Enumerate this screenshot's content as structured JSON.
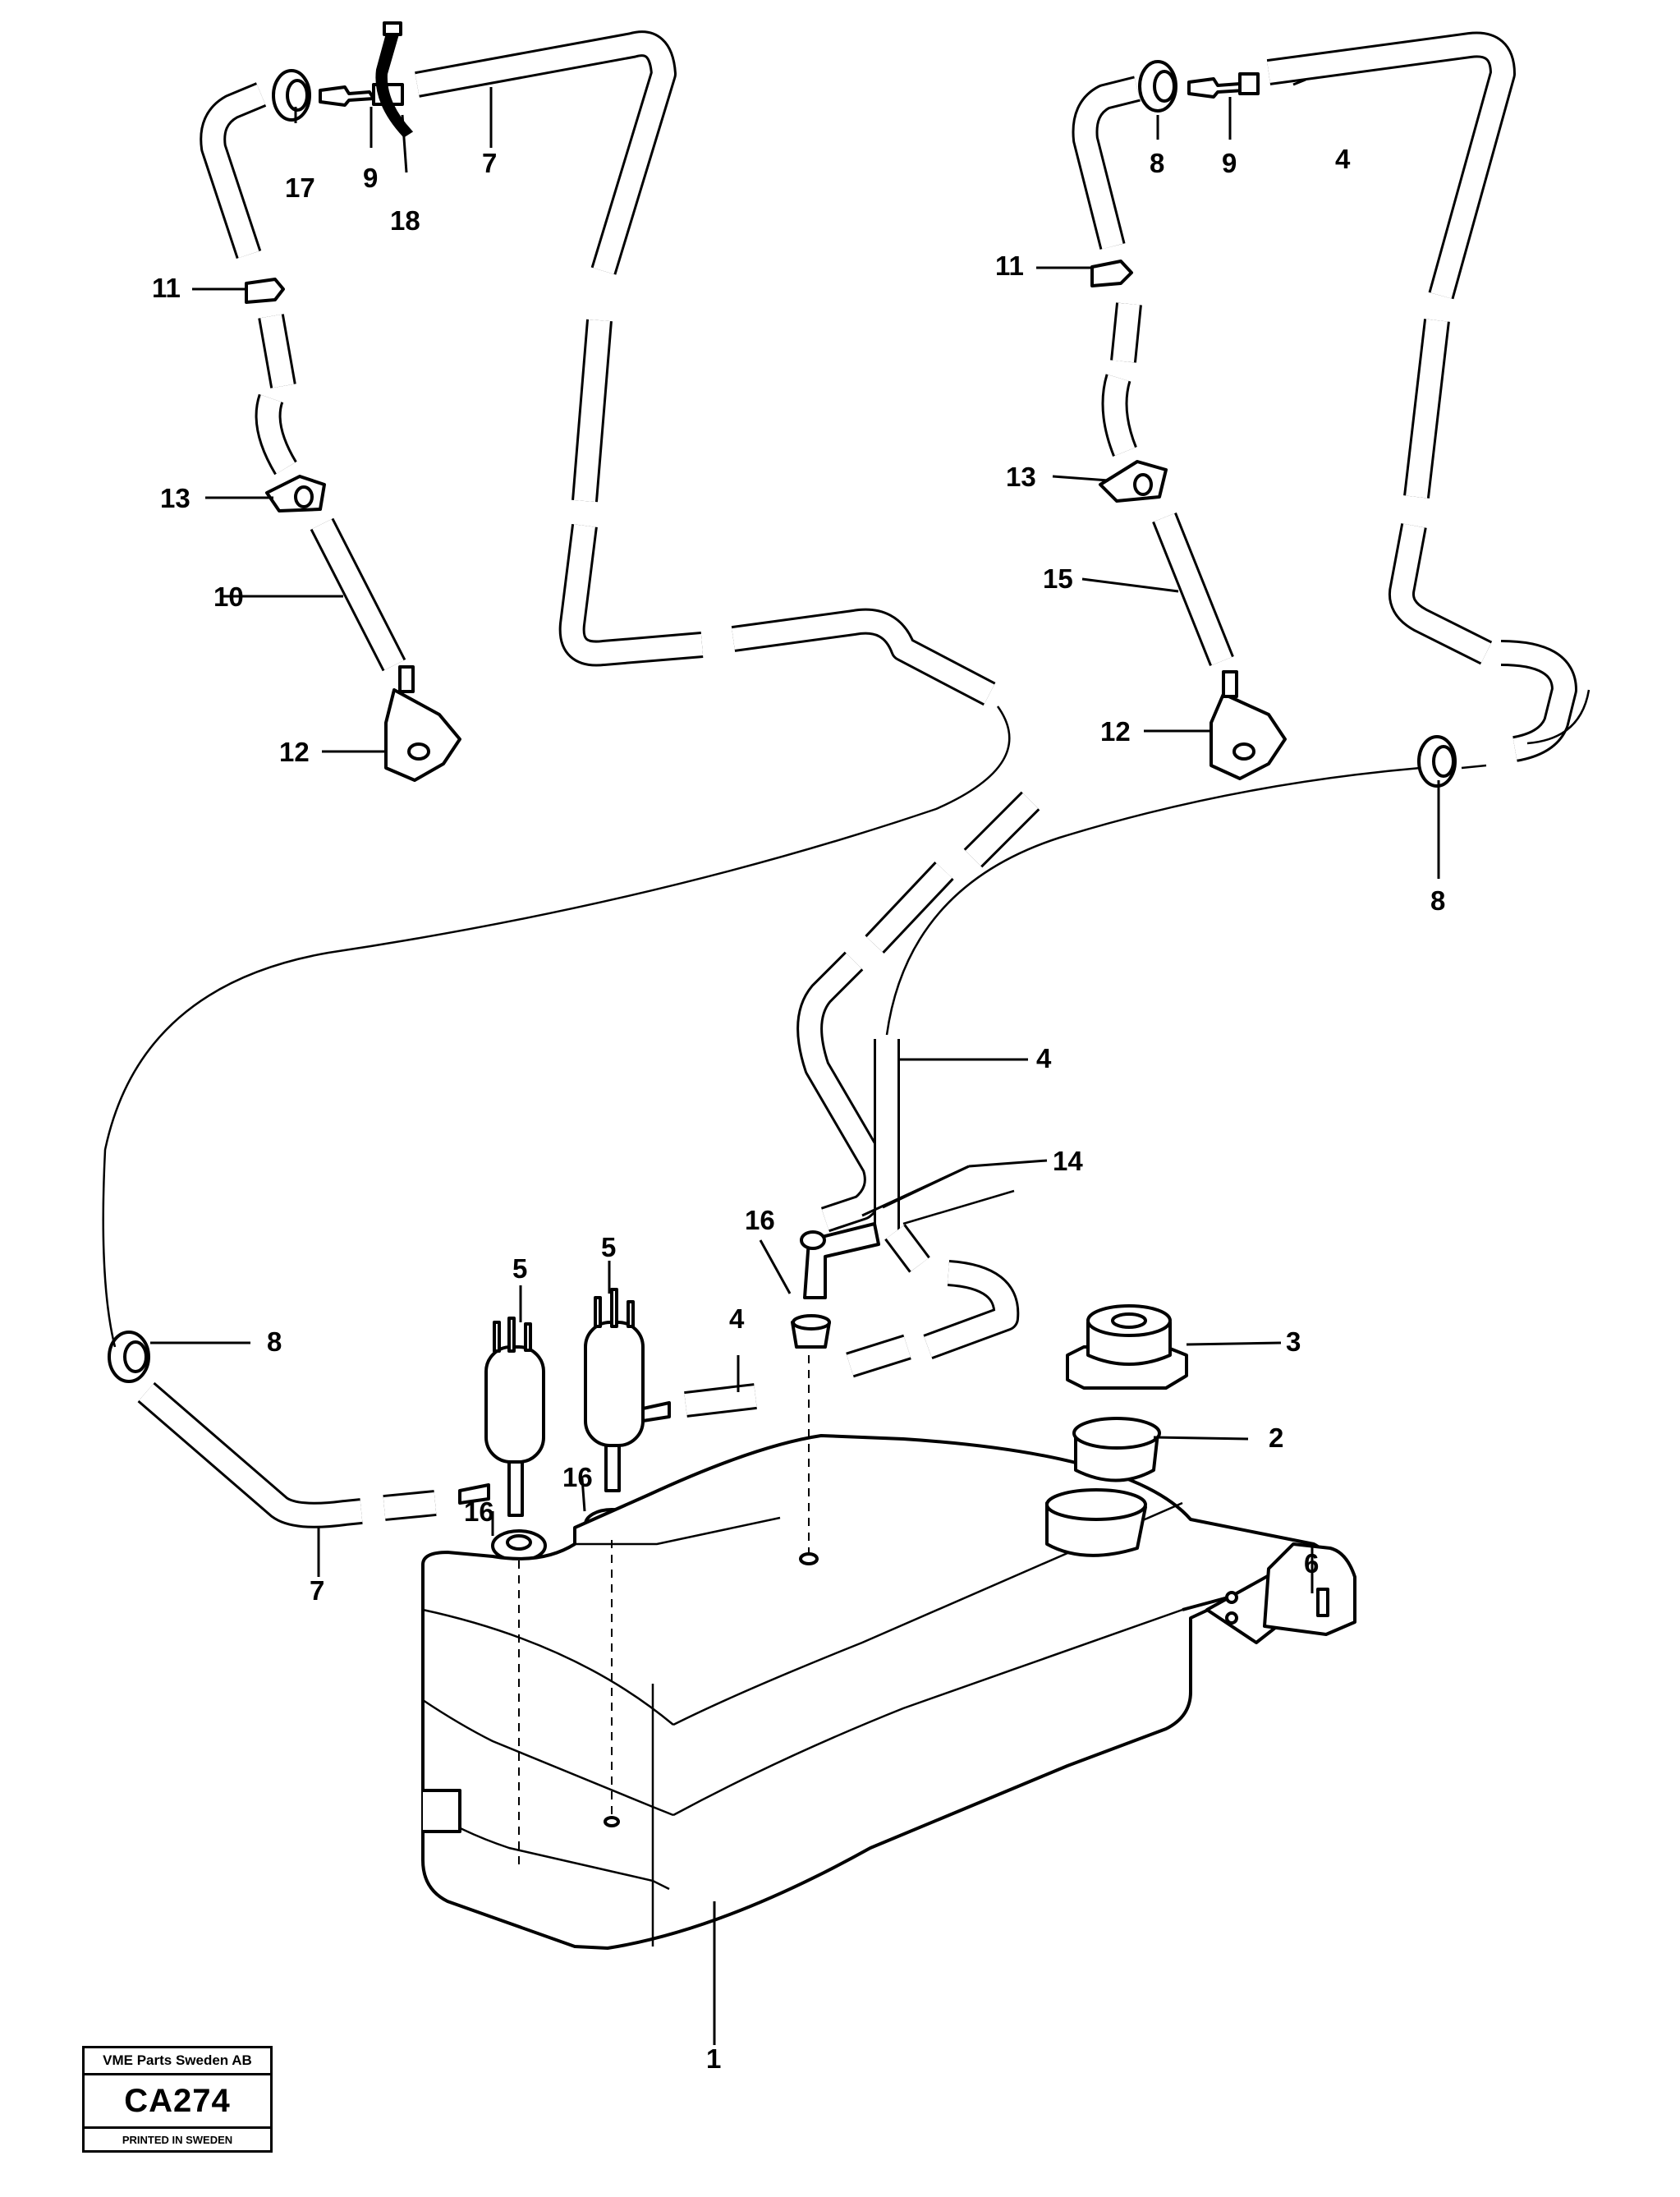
{
  "diagram": {
    "callouts": {
      "c1": "1",
      "c2": "2",
      "c3": "3",
      "c4a": "4",
      "c4b": "4",
      "c4c": "4",
      "c5a": "5",
      "c5b": "5",
      "c6": "6",
      "c7a": "7",
      "c7b": "7",
      "c8a": "8",
      "c8b": "8",
      "c8c": "8",
      "c9a": "9",
      "c9b": "9",
      "c10": "10",
      "c11a": "11",
      "c11b": "11",
      "c12a": "12",
      "c12b": "12",
      "c13a": "13",
      "c13b": "13",
      "c14": "14",
      "c15": "15",
      "c16a": "16",
      "c16b": "16",
      "c16c": "16",
      "c17": "17",
      "c18": "18"
    }
  },
  "stamp": {
    "company": "VME Parts Sweden AB",
    "code": "CA274",
    "printed": "PRINTED IN SWEDEN"
  }
}
